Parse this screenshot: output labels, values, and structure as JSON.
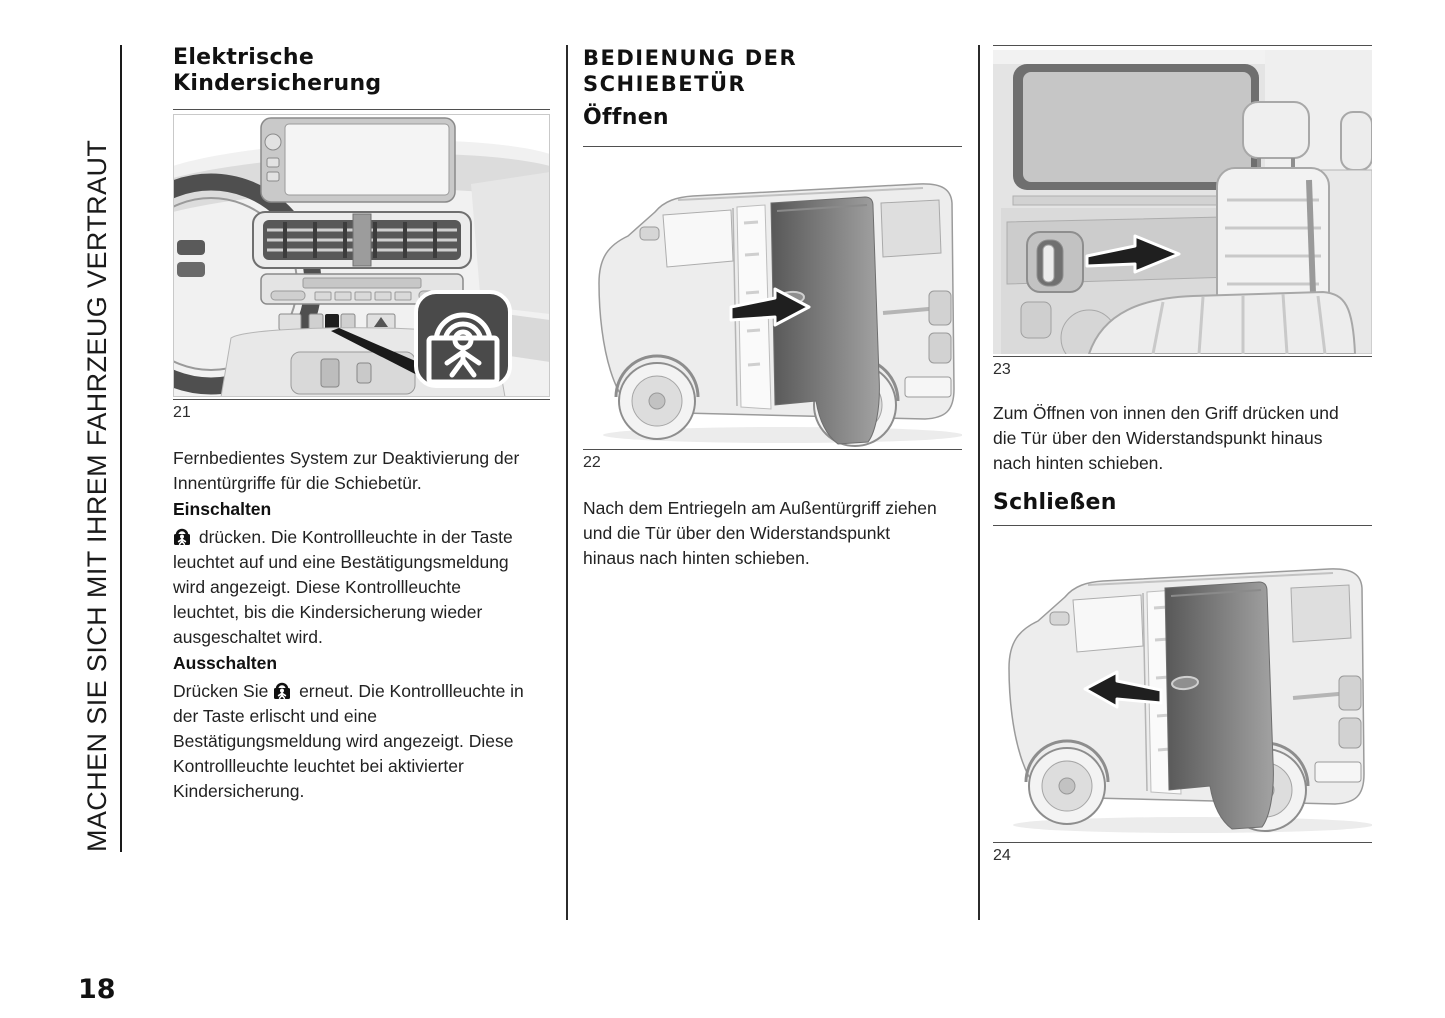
{
  "page": {
    "sidebar_title": "MACHEN SIE SICH MIT IHREM FAHRZEUG VERTRAUT",
    "page_number": "18"
  },
  "left_column": {
    "heading": "Elektrische Kindersicherung",
    "figure_number": "21",
    "intro": "Fernbedientes System zur Deaktivierung der Innentürgriffe für die Schiebetür.",
    "on_heading": "Einschalten",
    "on_text": "drücken. Die Kontrollleuchte in der Taste leuchtet auf und eine Bestätigungsmeldung wird angezeigt. Diese Kontrollleuchte leuchtet, bis die Kindersicherung wieder ausgeschaltet wird.",
    "off_heading": "Ausschalten",
    "off_text_lead": "Drücken Sie",
    "off_text": "erneut. Die Kontrollleuchte in der Taste erlischt und eine Bestätigungsmeldung wird angezeigt. Diese Kontrollleuchte leuchtet bei aktivierter Kindersicherung."
  },
  "middle_column": {
    "heading": "BEDIENUNG DER SCHIEBETÜR",
    "subheading": "Öffnen",
    "figure_number": "22",
    "body": "Nach dem Entriegeln am Außentürgriff ziehen und die Tür über den Widerstandspunkt hinaus nach hinten schieben."
  },
  "right_column": {
    "figure_number_top": "23",
    "body": "Zum Öffnen von innen den Griff drücken und die Tür über den Widerstandspunkt hinaus nach hinten schieben.",
    "subheading": "Schließen",
    "figure_number_bottom": "24"
  },
  "icons": {
    "child_lock": "child-safety-lock-icon",
    "direction_arrow": "slide-direction-arrow"
  },
  "colors": {
    "text": "#1d1d1d",
    "figure_rule": "#4f4f4f",
    "column_divider": "#2b2b2b",
    "callout_badge": "#4a4a4a",
    "door_shade_dark": "#585858",
    "door_shade_light": "#a2a2a2"
  }
}
